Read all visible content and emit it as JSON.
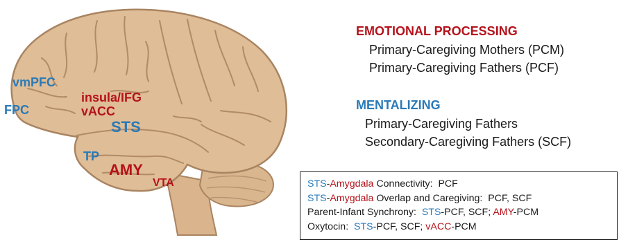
{
  "colors": {
    "blue": "#2A7AB8",
    "red": "#B5121B",
    "brain_fill": "#DFBD97",
    "brain_line": "#A98461"
  },
  "brain_regions": [
    {
      "name": "vmPFC",
      "color": "blue"
    },
    {
      "name": "FPC",
      "color": "blue"
    },
    {
      "name": "insula/IFG",
      "color": "red"
    },
    {
      "name": "vACC",
      "color": "red"
    },
    {
      "name": "STS",
      "color": "blue"
    },
    {
      "name": "TP",
      "color": "blue"
    },
    {
      "name": "AMY",
      "color": "red"
    },
    {
      "name": "VTA",
      "color": "red"
    }
  ],
  "emotional": {
    "heading": "EMOTIONAL PROCESSING",
    "items": [
      "Primary-Caregiving Mothers (PCM)",
      "Primary-Caregiving Fathers  (PCF)"
    ]
  },
  "mentalizing": {
    "heading": "MENTALIZING",
    "items": [
      "Primary-Caregiving Fathers",
      "Secondary-Caregiving Fathers  (SCF)"
    ]
  },
  "findings": [
    {
      "parts": [
        {
          "text": "STS",
          "color": "blue"
        },
        {
          "text": "-",
          "color": "black"
        },
        {
          "text": "Amygdala",
          "color": "red"
        },
        {
          "text": " Connectivity:  PCF",
          "color": "black"
        }
      ]
    },
    {
      "parts": [
        {
          "text": "STS",
          "color": "blue"
        },
        {
          "text": "-",
          "color": "black"
        },
        {
          "text": "Amygdala",
          "color": "red"
        },
        {
          "text": " Overlap and Caregiving:  PCF, SCF",
          "color": "black"
        }
      ]
    },
    {
      "parts": [
        {
          "text": "Parent-Infant Synchrony:  ",
          "color": "black"
        },
        {
          "text": "STS",
          "color": "blue"
        },
        {
          "text": "-PCF, SCF; ",
          "color": "black"
        },
        {
          "text": "AMY",
          "color": "red"
        },
        {
          "text": "-PCM",
          "color": "black"
        }
      ]
    },
    {
      "parts": [
        {
          "text": "Oxytocin:  ",
          "color": "black"
        },
        {
          "text": "STS",
          "color": "blue"
        },
        {
          "text": "-PCF, SCF; ",
          "color": "black"
        },
        {
          "text": "vACC",
          "color": "red"
        },
        {
          "text": "-PCM",
          "color": "black"
        }
      ]
    }
  ]
}
